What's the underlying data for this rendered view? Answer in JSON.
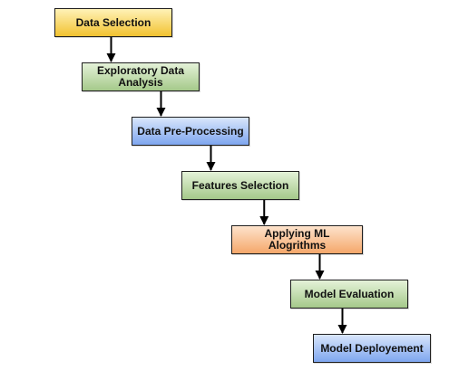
{
  "colors": {
    "yellow_top": "#fff2b8",
    "yellow_bottom": "#f2c230",
    "green_top": "#e4f2d8",
    "green_bottom": "#a5c98a",
    "blue_top": "#d9e6fb",
    "blue_bottom": "#7ea6ef",
    "orange_top": "#fde3cc",
    "orange_bottom": "#f5a76a",
    "border": "#1f1f1f",
    "arrow": "#000000"
  },
  "steps": [
    {
      "id": "data-selection",
      "label": "Data Selection",
      "color": "yellow"
    },
    {
      "id": "exploratory-data-analysis",
      "label": "Exploratory Data\nAnalysis",
      "color": "green"
    },
    {
      "id": "data-pre-processing",
      "label": "Data Pre-Processing",
      "color": "blue"
    },
    {
      "id": "features-selection",
      "label": "Features Selection",
      "color": "green"
    },
    {
      "id": "applying-ml-algorithms",
      "label": "Applying ML\nAlogrithms",
      "color": "orange"
    },
    {
      "id": "model-evaluation",
      "label": "Model Evaluation",
      "color": "green"
    },
    {
      "id": "model-deployement",
      "label": "Model Deployement",
      "color": "blue"
    }
  ]
}
